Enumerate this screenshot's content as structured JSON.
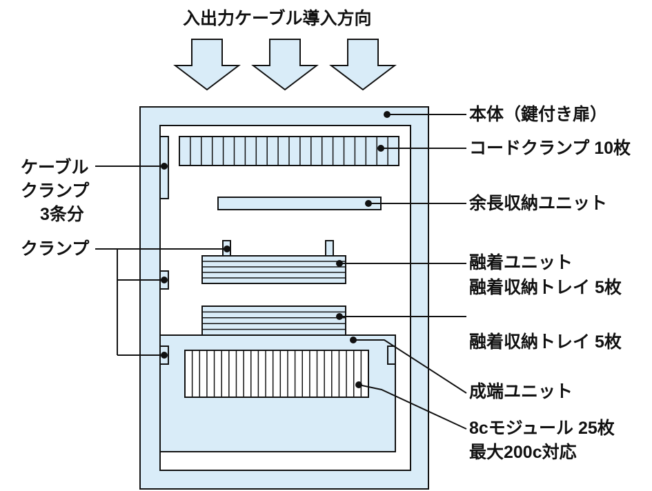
{
  "colors": {
    "fill": "#d9ecf8",
    "outline": "#111111",
    "background": "#ffffff"
  },
  "heading": "入出力ケーブル導入方向",
  "labels": {
    "body": "本体（鍵付き扉）",
    "cord_clamp": "コードクランプ 10枚",
    "cable_clamp_line1": "ケーブル",
    "cable_clamp_line2": "クランプ",
    "cable_clamp_line3": "3条分",
    "storage_unit": "余長収納ユニット",
    "clamp": "クランプ",
    "fusion_unit_line1": "融着ユニット",
    "fusion_unit_line2": "融着収納トレイ 5枚",
    "fusion_tray": "融着収納トレイ 5枚",
    "termination_unit": "成端ユニット",
    "module_line1": "8cモジュール 25枚",
    "module_line2": "最大200c対応"
  },
  "counts": {
    "cord_clamps": 10,
    "fusion_trays": 5,
    "modules": 25
  }
}
